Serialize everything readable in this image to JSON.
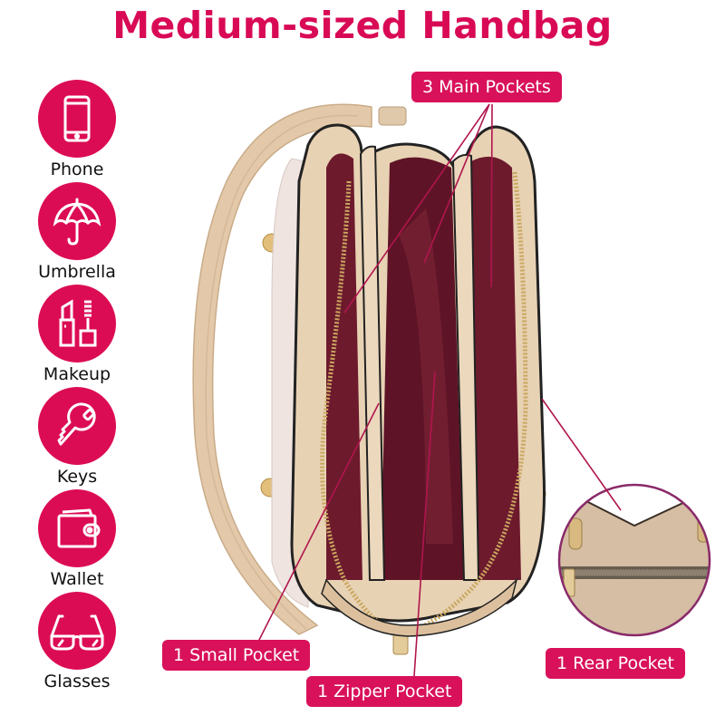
{
  "title": "Medium-sized Handbag",
  "features": [
    {
      "label": "Phone",
      "icon": "phone-icon"
    },
    {
      "label": "Umbrella",
      "icon": "umbrella-icon"
    },
    {
      "label": "Makeup",
      "icon": "makeup-icon"
    },
    {
      "label": "Keys",
      "icon": "key-icon"
    },
    {
      "label": "Wallet",
      "icon": "wallet-icon"
    },
    {
      "label": "Glasses",
      "icon": "glasses-icon"
    }
  ],
  "callouts": {
    "main_pockets": "3 Main Pockets",
    "small_pocket": "1 Small Pocket",
    "zipper_pocket": "1 Zipper Pocket",
    "rear_pocket": "1 Rear Pocket"
  },
  "colors": {
    "accent": "#d90a55",
    "leader_line": "#b0154e",
    "bag_leather": "#e6cfb2",
    "bag_lining": "#6e1a2c",
    "inset_ring": "#8a2a6a"
  }
}
